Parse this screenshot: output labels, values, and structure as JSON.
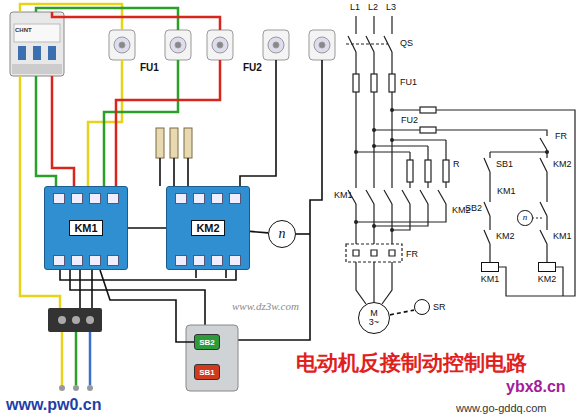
{
  "diagram": {
    "title": "电动机反接制动控制电路",
    "nodes": [
      {
        "text": [
          "KM1"
        ]
      },
      {
        "text": [
          "KM2"
        ]
      },
      {
        "text": [
          "n"
        ]
      },
      {
        "text": [
          "SB2"
        ]
      },
      {
        "text": [
          "SB1"
        ]
      },
      {
        "text": [
          "M 3~"
        ]
      },
      {
        "text": [
          "SR"
        ]
      },
      {
        "text": [
          "KM1"
        ]
      },
      {
        "text": [
          "KM2"
        ]
      },
      {
        "text": [
          "n"
        ]
      }
    ],
    "edges": [
      {
        "from": 0,
        "to": 1,
        "arrow": "none"
      },
      {
        "from": 1,
        "to": 2,
        "arrow": "none"
      },
      {
        "from": 3,
        "to": 0,
        "arrow": "none"
      },
      {
        "from": 5,
        "to": 6,
        "arrow": "none"
      }
    ],
    "labels": [
      "FU1",
      "FU2",
      "L1",
      "L2",
      "L3",
      "QS",
      "FU1",
      "FU2",
      "FR",
      "R",
      "KM1",
      "KM2",
      "SB1",
      "KM2",
      "SB2",
      "KM1",
      "KM2",
      "KM1",
      "FR",
      "www.dz3w.com",
      "www.pw0.cn",
      "ybx8.cn",
      "www.go-gddq.com",
      "CHNT"
    ]
  }
}
